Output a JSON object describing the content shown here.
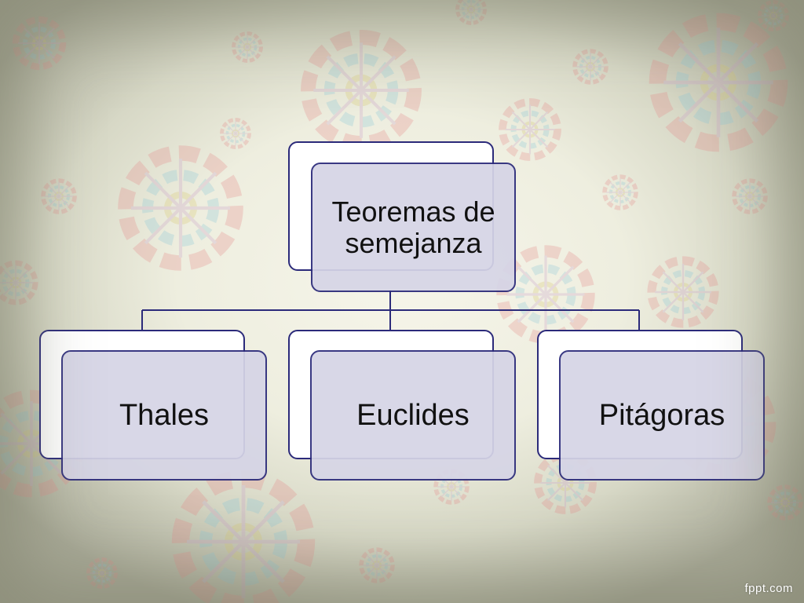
{
  "diagram": {
    "root": {
      "label": "Teoremas de semejanza"
    },
    "children": [
      {
        "label": "Thales"
      },
      {
        "label": "Euclides"
      },
      {
        "label": "Pitágoras"
      }
    ]
  },
  "watermark": "fppt.com",
  "colors": {
    "border": "#2b2a7a",
    "node_fill": "#d6d5e6",
    "back_fill": "#ffffff",
    "background": "#eeeedf"
  }
}
